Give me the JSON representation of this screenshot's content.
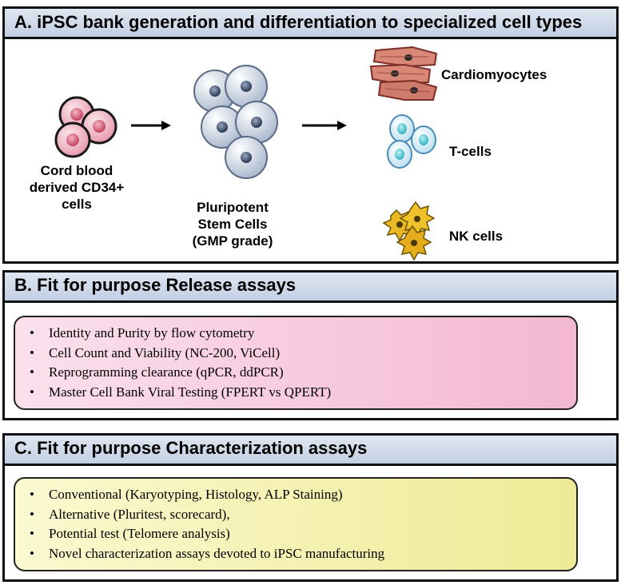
{
  "panel_a": {
    "title": "A. iPSC bank generation and differentiation to specialized cell types",
    "source_cells": [
      "Cord blood",
      "derived CD34+",
      "cells"
    ],
    "stem_cells": [
      "Pluripotent",
      "Stem Cells",
      "(GMP grade)"
    ],
    "outputs": [
      "Cardiomyocytes",
      "T-cells",
      "NK cells"
    ]
  },
  "panel_b": {
    "title": "B. Fit for purpose Release assays",
    "items": [
      "Identity and Purity by flow cytometry",
      "Cell Count and Viability  (NC-200, ViCell)",
      "Reprogramming clearance (qPCR, ddPCR)",
      "Master Cell Bank Viral Testing (FPERT vs QPERT)"
    ],
    "box_color": "#f6c6dd"
  },
  "panel_c": {
    "title": "C. Fit for purpose Characterization assays",
    "items": [
      "Conventional (Karyotyping, Histology, ALP Staining)",
      "Alternative (Pluritest, scorecard),",
      "Potential test (Telomere analysis)",
      "Novel characterization assays devoted to iPSC manufacturing"
    ],
    "box_color": "#f4f1a6"
  }
}
